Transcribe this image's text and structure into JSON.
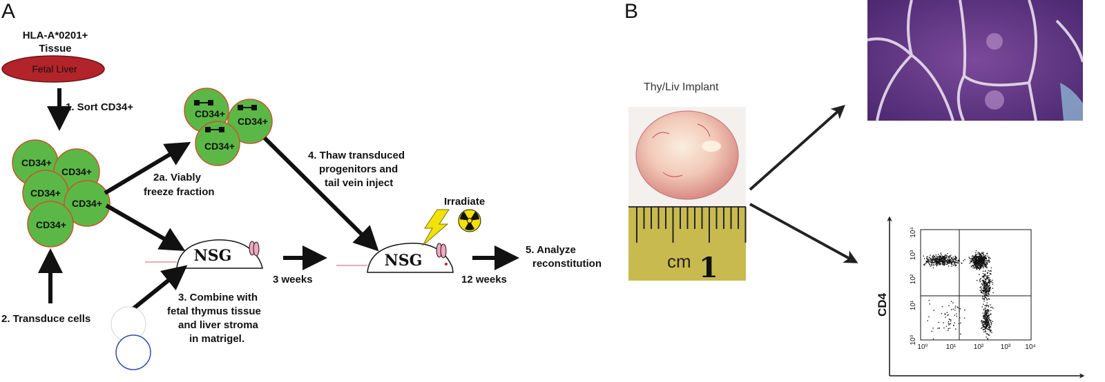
{
  "panel_a": {
    "letter": "A",
    "source_tissue": {
      "line1": "HLA-A*0201+",
      "line2": "Tissue"
    },
    "fetal_liver": "Fetal Liver",
    "cell_label": "CD34+",
    "steps": {
      "sort": "1. Sort CD34+",
      "transduce": "2. Transduce cells",
      "freeze_line1": "2a.  Viably",
      "freeze_line2": "freeze fraction",
      "combine_line1": "3. Combine with",
      "combine_line2": "fetal thymus tissue",
      "combine_line3": "and liver stroma",
      "combine_line4": "in matrigel.",
      "thaw_line1": "4.  Thaw transduced",
      "thaw_line2": "progenitors and",
      "thaw_line3": "tail vein inject",
      "analyze_line1": "5. Analyze",
      "analyze_line2": "reconstitution"
    },
    "mouse_label": "NSG",
    "irradiate": "Irradiate",
    "interval_1": "3 weeks",
    "interval_2": "12 weeks"
  },
  "panel_b": {
    "letter": "B",
    "implant_title": "Thy/Liv Implant",
    "ruler_unit": "cm",
    "ruler_number": "1",
    "flow_plot": {
      "y_axis_label": "CD4",
      "y_ticks": [
        "10⁰",
        "10¹",
        "10²",
        "10³",
        "10⁴"
      ],
      "x_ticks": [
        "10⁰",
        "10¹",
        "10²",
        "10³",
        "10⁴"
      ]
    }
  },
  "colors": {
    "cell_fill": "#5bb847",
    "cell_stroke": "#c8542a",
    "liver_fill": "#b2242a",
    "lightning": "#f2e205",
    "histology": "#6a3b8a"
  }
}
